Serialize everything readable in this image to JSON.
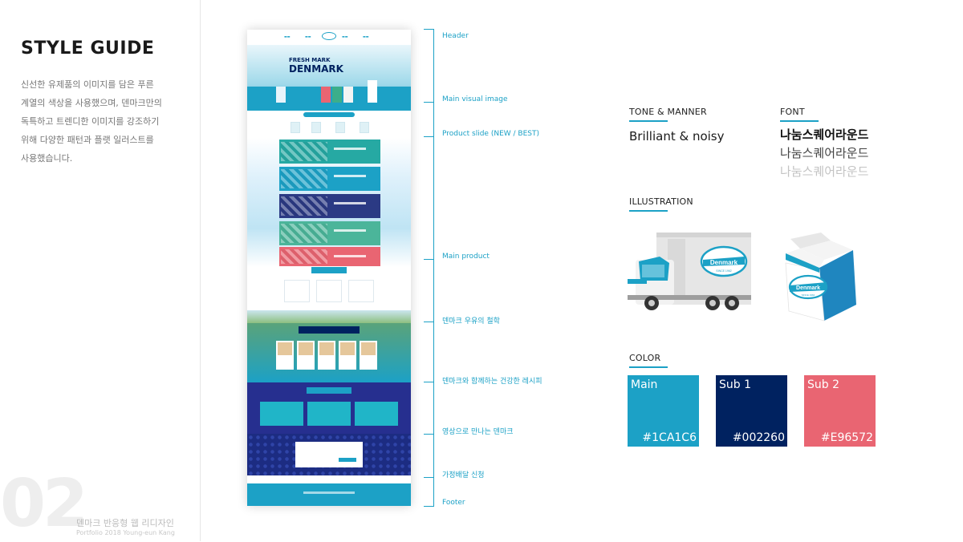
{
  "left": {
    "title": "STYLE GUIDE",
    "description": "신선한 유제품의 이미지를 담은 푸른\n계열의 색상을 사용했으며, 덴마크만의\n독특하고 트렌디한 이미지를 강조하기\n위해 다양한 패턴과 플랫 일러스트를\n사용했습니다.",
    "number": "02",
    "footer_title": "덴마크 반응형 웹 리디자인",
    "footer_sub": "Portfolio 2018 Young-eun Kang"
  },
  "mockup": {
    "visual_headline_1": "FRESH MARK",
    "visual_headline_2": "DENMARK"
  },
  "annotations": [
    "Header",
    "Main visual image",
    "Product slide (NEW / BEST)",
    "Main product",
    "덴마크 우유의 철학",
    "덴마크와 함께하는 건강한 레시피",
    "영상으로 만나는 덴마크",
    "가정배달 신청",
    "Footer"
  ],
  "right": {
    "tone_heading": "TONE & MANNER",
    "tone_value": "Brilliant & noisy",
    "font_heading": "FONT",
    "font_samples": [
      "나눔스퀘어라운드",
      "나눔스퀘어라운드",
      "나눔스퀘어라운드"
    ],
    "illustration_heading": "ILLUSTRATION",
    "brand_text": "Denmark",
    "brand_sub": "SINCE 1962",
    "color_heading": "COLOR"
  },
  "colors": [
    {
      "name": "Main",
      "hex": "#1CA1C6"
    },
    {
      "name": "Sub 1",
      "hex": "#002260"
    },
    {
      "name": "Sub 2",
      "hex": "#E96572"
    }
  ]
}
